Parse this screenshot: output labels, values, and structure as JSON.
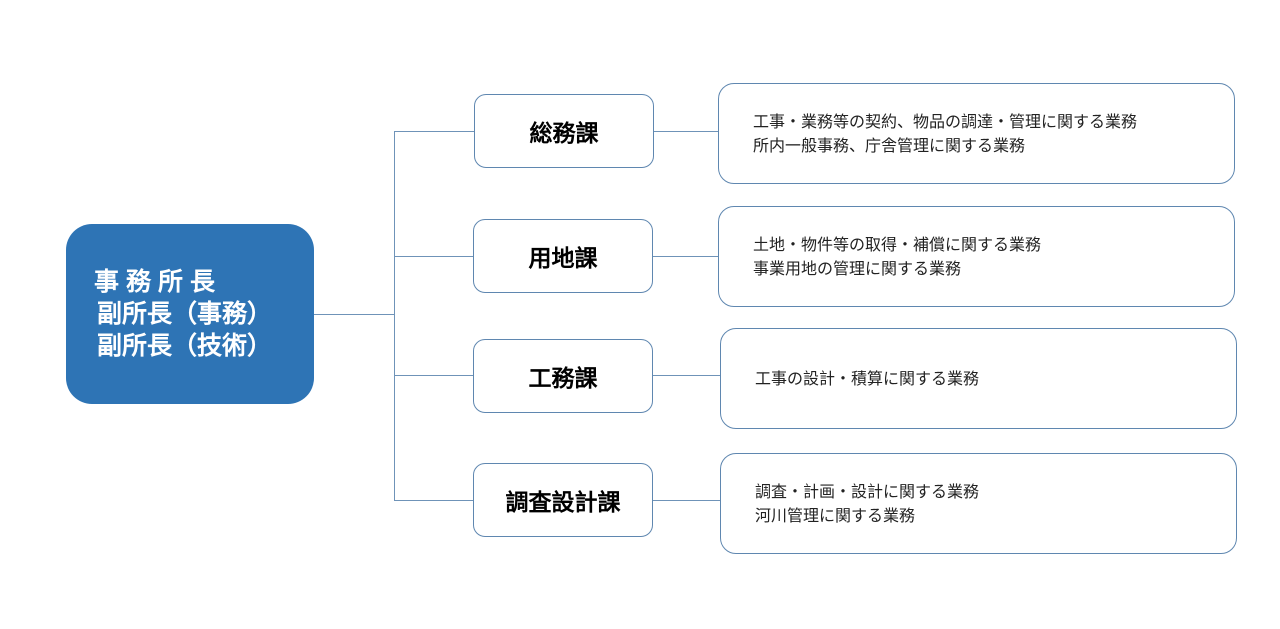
{
  "head": {
    "lines": [
      "事務所長",
      "副所長（事務）",
      "副所長（技術）"
    ]
  },
  "departments": [
    {
      "name": "総務課",
      "duties": [
        "工事・業務等の契約、物品の調達・管理に関する業務",
        "所内一般事務、庁舎管理に関する業務"
      ]
    },
    {
      "name": "用地課",
      "duties": [
        "土地・物件等の取得・補償に関する業務",
        "事業用地の管理に関する業務"
      ]
    },
    {
      "name": "工務課",
      "duties": [
        "工事の設計・積算に関する業務"
      ]
    },
    {
      "name": "調査設計課",
      "duties": [
        "調査・計画・設計に関する業務",
        "河川管理に関する業務"
      ]
    }
  ],
  "colors": {
    "head_fill": "#2e74b5",
    "line": "#5f87b0",
    "box_border": "#5f87b0"
  }
}
